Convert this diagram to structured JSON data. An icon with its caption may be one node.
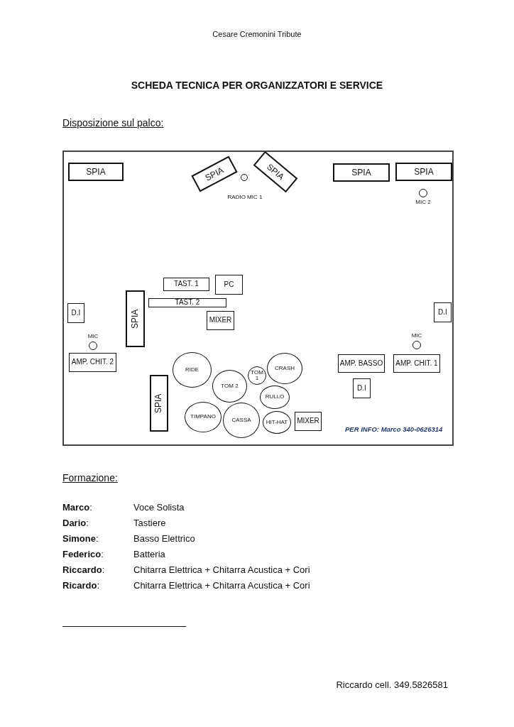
{
  "diagram": {
    "title": "SCHEDA TECNICA PER ORGANIZZATORI E SERVICE",
    "nodes": [
      {
        "text": [
          "SPIA"
        ]
      },
      {
        "text": [
          "SPIA"
        ]
      },
      {
        "text": [
          "SPIA"
        ]
      },
      {
        "text": [],
        "shape": "circle"
      },
      {
        "text": [
          "SPIA"
        ]
      },
      {
        "text": [
          "SPIA"
        ]
      },
      {
        "text": [],
        "shape": "circle",
        "beside": [
          "MIC 2"
        ]
      },
      {
        "text": [
          "TAST. 1"
        ]
      },
      {
        "text": [
          "PC"
        ]
      },
      {
        "text": [
          "SPIA"
        ]
      },
      {
        "text": [
          "TAST. 2"
        ]
      },
      {
        "text": [
          "D.I"
        ]
      },
      {
        "text": [
          "D.I"
        ]
      },
      {
        "text": [
          "MIXER"
        ]
      },
      {
        "text": [],
        "shape": "circle",
        "beside": [
          "MIC"
        ]
      },
      {
        "text": [],
        "shape": "circle",
        "beside": [
          "MIC"
        ]
      },
      {
        "text": [
          "AMP. CHIT. 2"
        ]
      },
      {
        "text": [
          "RIDE"
        ]
      },
      {
        "text": [
          "CRASH"
        ]
      },
      {
        "text": [
          "AMP. BASSO"
        ]
      },
      {
        "text": [
          "AMP. CHIT. 1"
        ]
      },
      {
        "text": [
          "TOM 2"
        ]
      },
      {
        "text": [
          "TOM 1"
        ]
      },
      {
        "text": [
          "D.I"
        ]
      },
      {
        "text": [
          "SPIA"
        ]
      },
      {
        "text": [
          "RULLO"
        ]
      },
      {
        "text": [
          "TIMPANO"
        ]
      },
      {
        "text": [
          "CASSA"
        ]
      },
      {
        "text": [
          "HIT-HAT"
        ]
      },
      {
        "text": [
          "MIXER"
        ]
      }
    ],
    "edges": [],
    "labels": [
      "Cesare Cremonini Tribute",
      "Disposizione sul palco:",
      "RADIO MIC 1",
      "PER INFO: Marco 340-0626314",
      "Formazione:",
      "**Marco**:",
      "Voce Solista",
      "**Dario**:",
      "Tastiere",
      "**Simone**:",
      "Basso Elettrico",
      "**Federico**:",
      "Batteria",
      "**Riccardo**:",
      "Chitarra Elettrica + Chitarra Acustica + Cori",
      "**Ricardo**:",
      "Chitarra Elettrica + Chitarra Acustica + Cori",
      "Riccardo cell. 349.5826581"
    ]
  }
}
